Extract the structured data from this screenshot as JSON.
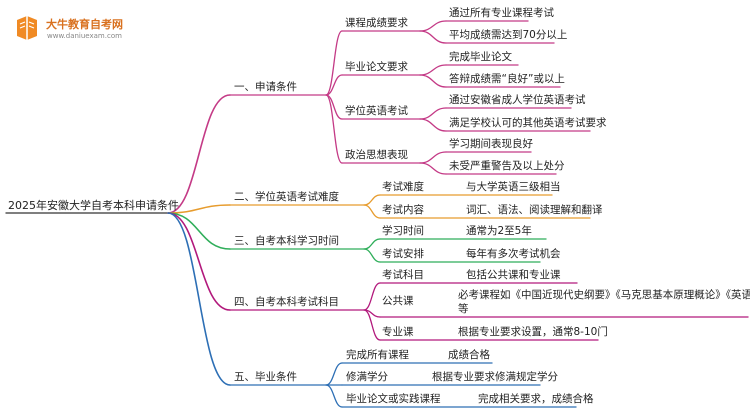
{
  "brand": {
    "name": "大牛教育自考网",
    "url": "www.daniuexam.com"
  },
  "colors": {
    "branch1": "#c43a86",
    "branch2": "#e79c2e",
    "branch3": "#2fae5a",
    "branch4": "#b2197c",
    "branch5": "#2d6fb5",
    "root_line": "#333333"
  },
  "root": "2025年安徽大学自考本科申请条件",
  "branches": [
    {
      "label": "一、申请条件",
      "children": [
        {
          "label": "课程成绩要求",
          "children": [
            "通过所有专业课程考试",
            "平均成绩需达到70分以上"
          ]
        },
        {
          "label": "毕业论文要求",
          "children": [
            "完成毕业论文",
            "答辩成绩需“良好”或以上"
          ]
        },
        {
          "label": "学位英语考试",
          "children": [
            "通过安徽省成人学位英语考试",
            "满足学校认可的其他英语考试要求"
          ]
        },
        {
          "label": "政治思想表现",
          "children": [
            "学习期间表现良好",
            "未受严重警告及以上处分"
          ]
        }
      ]
    },
    {
      "label": "二、学位英语考试难度",
      "children": [
        {
          "label": "考试难度",
          "value": "与大学英语三级相当"
        },
        {
          "label": "考试内容",
          "value": "词汇、语法、阅读理解和翻译"
        }
      ]
    },
    {
      "label": "三、自考本科学习时间",
      "children": [
        {
          "label": "学习时间",
          "value": "通常为2至5年"
        },
        {
          "label": "考试安排",
          "value": "每年有多次考试机会"
        }
      ]
    },
    {
      "label": "四、自考本科考试科目",
      "children": [
        {
          "label": "考试科目",
          "value": "包括公共课和专业课"
        },
        {
          "label": "公共课",
          "value": "必考课程如《中国近现代史纲要》《马克思基本原理概论》《英语二》",
          "value2": "等"
        },
        {
          "label": "专业课",
          "value": "根据专业要求设置，通常8-10门"
        }
      ]
    },
    {
      "label": "五、毕业条件",
      "children": [
        {
          "label": "完成所有课程",
          "value": "成绩合格"
        },
        {
          "label": "修满学分",
          "value": "根据专业要求修满规定学分"
        },
        {
          "label": "毕业论文或实践课程",
          "value": "完成相关要求，成绩合格"
        }
      ]
    }
  ]
}
